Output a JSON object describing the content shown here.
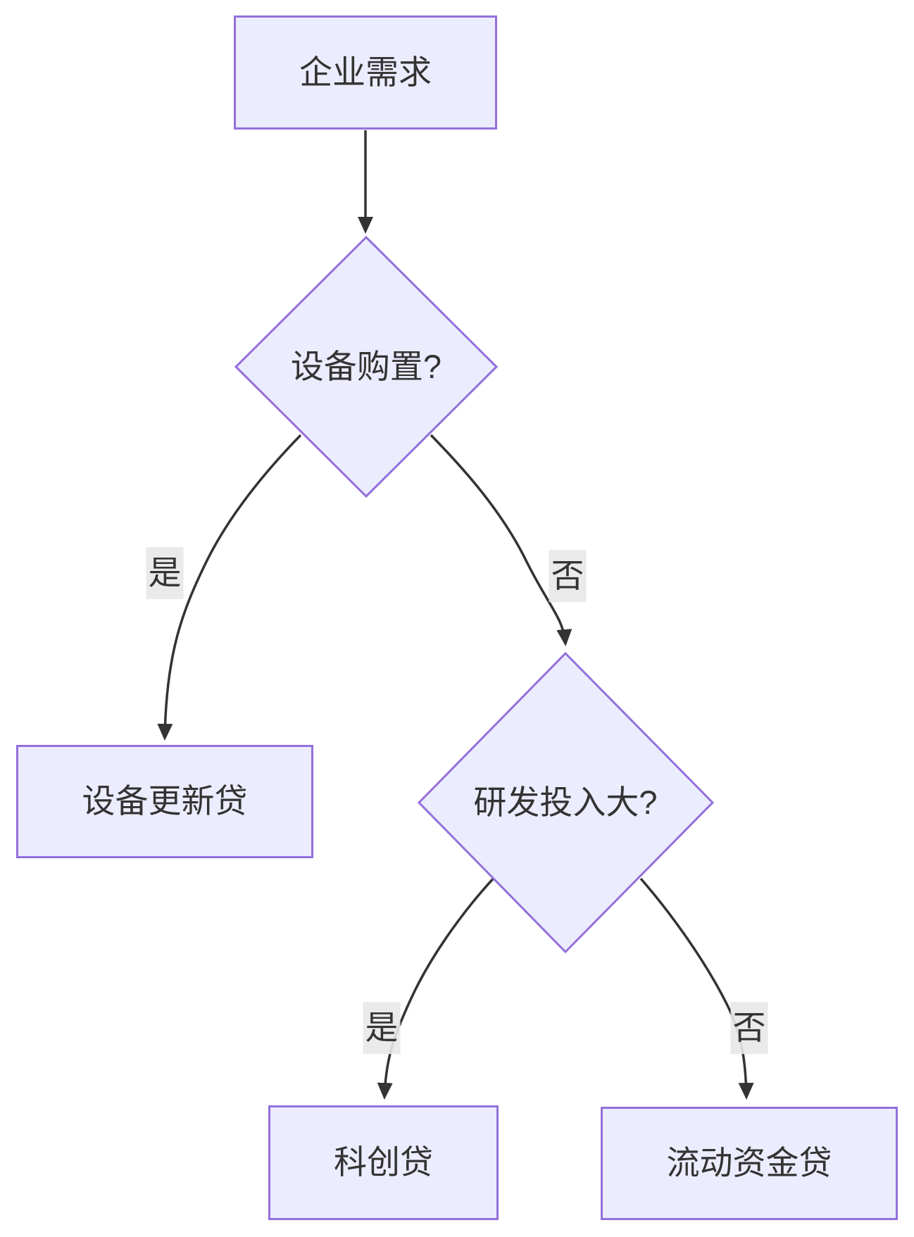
{
  "diagram": {
    "type": "flowchart",
    "direction": "top-down",
    "nodes": [
      {
        "id": "A",
        "shape": "rect",
        "label": "企业需求"
      },
      {
        "id": "B",
        "shape": "diamond",
        "label": "设备购置?"
      },
      {
        "id": "C",
        "shape": "rect",
        "label": "设备更新贷"
      },
      {
        "id": "D",
        "shape": "diamond",
        "label": "研发投入大?"
      },
      {
        "id": "E",
        "shape": "rect",
        "label": "科创贷"
      },
      {
        "id": "F",
        "shape": "rect",
        "label": "流动资金贷"
      }
    ],
    "edges": [
      {
        "from": "A",
        "to": "B",
        "label": ""
      },
      {
        "from": "B",
        "to": "C",
        "label": "是"
      },
      {
        "from": "B",
        "to": "D",
        "label": "否"
      },
      {
        "from": "D",
        "to": "E",
        "label": "是"
      },
      {
        "from": "D",
        "to": "F",
        "label": "否"
      }
    ],
    "colors": {
      "node_fill": "#ECECFF",
      "node_border": "#9370DB",
      "edge_line": "#333333",
      "edge_label_bg": "#e8e8e8",
      "text": "#333333",
      "background": "#ffffff"
    }
  }
}
